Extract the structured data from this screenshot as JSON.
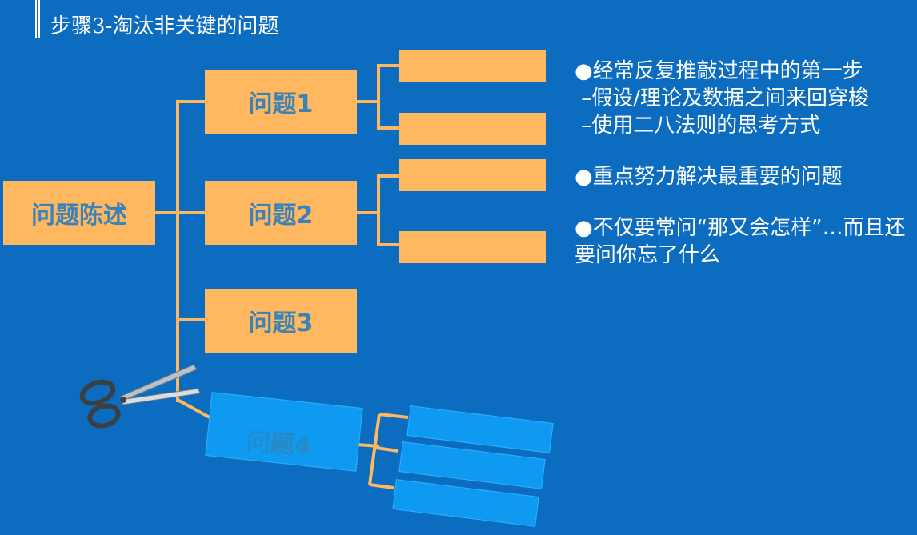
{
  "title": "步骤3-淘汰非关键的问题",
  "root_label": "问题陈述",
  "issues": [
    "问题1",
    "问题2",
    "问题3"
  ],
  "cut_issue": "问题4",
  "notes": {
    "b1": "●经常反复推敲过程中的第一步",
    "b1a": " –假设/理论及数据之间来回穿梭",
    "b1b": " –使用二八法则的思考方式",
    "b2": "●重点努力解决最重要的问题",
    "b3": "●不仅要常问“那又会怎样”…而且还要问你忘了什么"
  },
  "colors": {
    "background": "#0c6cc0",
    "box": "#ffb860",
    "box_text": "#3a82b8",
    "cut_box": "#0d9af0"
  },
  "icons": [
    "scissors-icon"
  ]
}
